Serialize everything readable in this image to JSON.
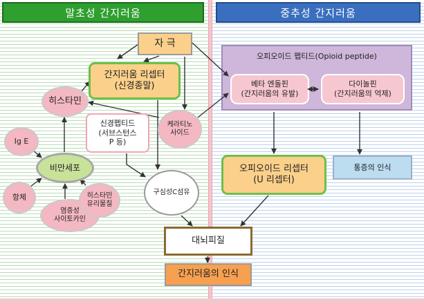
{
  "left_panel": {
    "title": "말초성 간지러움"
  },
  "right_panel": {
    "title": "중추성 간지러움"
  },
  "nodes": {
    "stimulus": "자 극",
    "itch_receptor": [
      "간지러움 리셉터",
      "(신경종말)"
    ],
    "neuropeptide": [
      "신경펩티드",
      "(서브스턴스",
      "P 등)"
    ],
    "histamine": "히스타민",
    "ige": "Ig E",
    "mast_cell": "비만세포",
    "antibody": "항체",
    "inflammatory_cytokine": [
      "염증성",
      "사이토카인"
    ],
    "histamine_release_agent": [
      "히스타민",
      "유리물질"
    ],
    "kallikrein": [
      "케라티노",
      "사이드"
    ],
    "c_fiber": "구심성C섬유",
    "cerebral_cortex": "대뇌피질",
    "itch_perception": "간지러움의 인식",
    "opioid_peptide": "오피오이드 펩티드(Opioid peptide)",
    "beta_endorphin": [
      "베타 엔돌핀",
      "(간지러움의 유발)"
    ],
    "dynorphin": [
      "다이놀핀",
      "(간지러움의 억제)"
    ],
    "opioid_receptor": [
      "오피오이드 리셉터",
      "(U 리셉터)"
    ],
    "pain_perception": "통증의 인식"
  },
  "colors": {
    "left_header": "#2f9f2f",
    "right_header": "#3a6fbf",
    "receptor_fill": "#fbd08a",
    "receptor_border": "#6cc04a",
    "pink_node": "#f4b8c2",
    "mast_cell": "#c8e29a",
    "opioid_panel": "#cfb6db",
    "perception": "#f7a050",
    "pain": "#bcdcf0"
  }
}
